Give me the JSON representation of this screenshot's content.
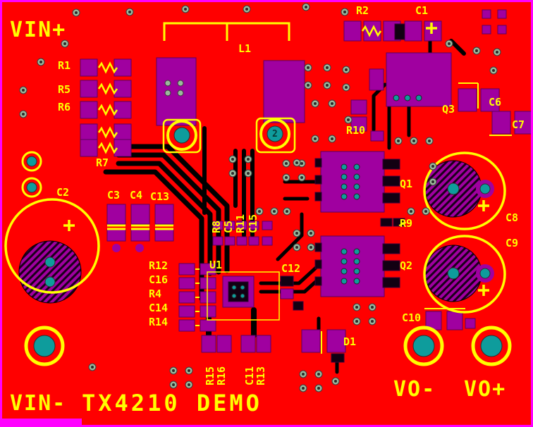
{
  "board": {
    "title": "TX4210 DEMO"
  },
  "terminals": {
    "vin_plus": "VIN+",
    "vin_minus": "VIN-",
    "vo_minus": "VO-",
    "vo_plus": "VO+"
  },
  "refs": {
    "r1": "R1",
    "r5": "R5",
    "r6": "R6",
    "r7": "R7",
    "c2": "C2",
    "c3": "C3",
    "c4": "C4",
    "c13": "C13",
    "l1": "L1",
    "r2": "R2",
    "c1": "C1",
    "q3": "Q3",
    "r10": "R10",
    "c6": "C6",
    "c7": "C7",
    "q1": "Q1",
    "r9": "R9",
    "q2": "Q2",
    "c8": "C8",
    "c9": "C9",
    "c10": "C10",
    "c12": "C12",
    "u1": "U1",
    "d1": "D1",
    "r12": "R12",
    "c16": "C16",
    "r4": "R4",
    "c14": "C14",
    "r14": "R14",
    "r8": "R8",
    "c5": "C5",
    "r11": "R11",
    "c15": "C15",
    "r15": "R15",
    "r16": "R16",
    "c11": "C11",
    "r13": "R13"
  },
  "pads": {
    "pad2_number": "2"
  },
  "colors": {
    "board": "#FF0000",
    "silkscreen": "#FFFF00",
    "pad": "#A000A0",
    "pad_dark": "#120012",
    "outline": "#FF00FF",
    "drill": "#0E9C9C",
    "via": "#9CB89C",
    "trace": "#000000"
  }
}
